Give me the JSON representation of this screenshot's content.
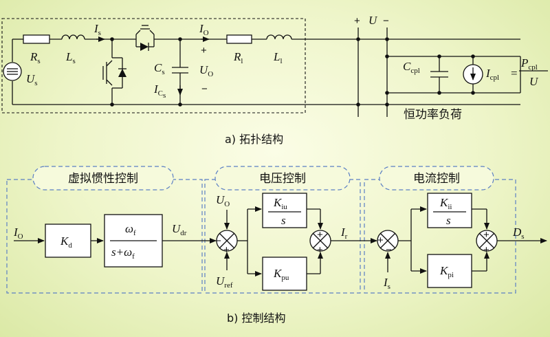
{
  "topology": {
    "caption": "a) 拓扑结构",
    "load_label": "恒功率负荷",
    "labels": {
      "Rs": "R",
      "Rs_sub": "s",
      "Us": "U",
      "Us_sub": "s",
      "Ls": "L",
      "Ls_sub": "s",
      "Is": "I",
      "Is_sub": "s",
      "Cs": "C",
      "Cs_sub": "s",
      "ICs": "I",
      "ICs_sub": "C",
      "ICs_subsub": "s",
      "Io": "I",
      "Io_sub": "O",
      "Uo": "U",
      "Uo_sub": "O",
      "R1": "R",
      "R1_sub": "l",
      "L1": "L",
      "L1_sub": "l",
      "U": "U",
      "Ccpl": "C",
      "Ccpl_sub": "cpl",
      "Icpl": "I",
      "Icpl_sub": "cpl",
      "Pcpl": "P",
      "Pcpl_sub": "cpl",
      "Uden": "U"
    }
  },
  "control": {
    "caption": "b) 控制结构",
    "sections": {
      "inertia": "虚拟惯性控制",
      "voltage": "电压控制",
      "current": "电流控制"
    },
    "labels": {
      "Io_in": "I",
      "Io_in_sub": "O",
      "Kd": "K",
      "Kd_sub": "d",
      "omega_f_num": "ω",
      "omega_f_num_sub": "f",
      "den_s": "s+",
      "omega_f_den": "ω",
      "omega_f_den_sub": "f",
      "Udr": "U",
      "Udr_sub": "dr",
      "Uo_in": "U",
      "Uo_in_sub": "O",
      "Uref": "U",
      "Uref_sub": "ref",
      "Kiu": "K",
      "Kiu_sub": "iu",
      "Kiu_den": "s",
      "Kpu": "K",
      "Kpu_sub": "pu",
      "Ir": "I",
      "Ir_sub": "r",
      "Is_in": "I",
      "Is_in_sub": "s",
      "Kii": "K",
      "Kii_sub": "ii",
      "Kii_den": "s",
      "Kpi": "K",
      "Kpi_sub": "pi",
      "Ds": "D",
      "Ds_sub": "s"
    }
  }
}
